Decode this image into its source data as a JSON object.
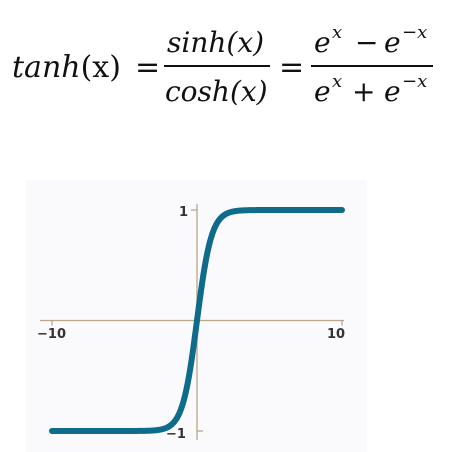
{
  "formula": {
    "lhs": "tanh",
    "lhs_arg": "(x)",
    "eq1": "=",
    "frac1_num": "sinh(x)",
    "frac1_den": "cosh(x)",
    "eq2": "=",
    "frac2_num_a": "e",
    "frac2_num_a_sup": "x",
    "frac2_num_op": "−",
    "frac2_num_b": "e",
    "frac2_num_b_sup": "−x",
    "frac2_den_a": "e",
    "frac2_den_a_sup": "x",
    "frac2_den_op": "+",
    "frac2_den_b": "e",
    "frac2_den_b_sup": "−x"
  },
  "chart_data": {
    "type": "line",
    "function": "tanh",
    "x": [
      -10,
      -9,
      -8,
      -7,
      -6,
      -5,
      -4,
      -3.5,
      -3,
      -2.5,
      -2,
      -1.5,
      -1,
      -0.5,
      0,
      0.5,
      1,
      1.5,
      2,
      2.5,
      3,
      3.5,
      4,
      5,
      6,
      7,
      8,
      9,
      10
    ],
    "y": [
      -1,
      -1,
      -1,
      -1,
      -1,
      -0.9999,
      -0.9993,
      -0.9982,
      -0.9951,
      -0.9866,
      -0.964,
      -0.9051,
      -0.7616,
      -0.4621,
      0,
      0.4621,
      0.7616,
      0.9051,
      0.964,
      0.9866,
      0.9951,
      0.9982,
      0.9993,
      0.9999,
      1,
      1,
      1,
      1,
      1
    ],
    "xlim": [
      -10,
      10
    ],
    "ylim": [
      -1,
      1
    ],
    "x_tick_labels": [
      "−10",
      "10"
    ],
    "y_tick_labels": [
      "1",
      "−1"
    ],
    "line_color": "#0e6b8a",
    "axis_color": "#b9a48c",
    "grid": false
  }
}
